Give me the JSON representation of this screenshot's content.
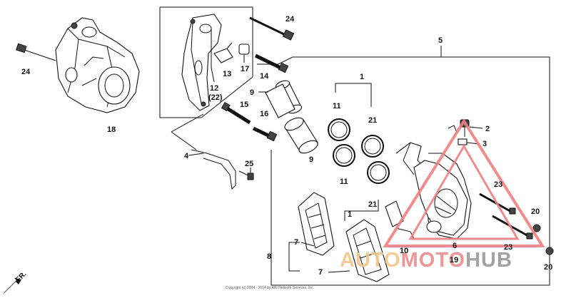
{
  "diagram": {
    "part_labels": {
      "p1a": "1",
      "p1b": "1",
      "p2": "2",
      "p3": "3",
      "p4": "4",
      "p5": "5",
      "p6": "6",
      "p7a": "7",
      "p7b": "7",
      "p8": "8",
      "p9a": "9",
      "p9b": "9",
      "p10": "10",
      "p11a": "11",
      "p11b": "11",
      "p12": "12",
      "p12alt": "(22)",
      "p13": "13",
      "p14": "14",
      "p15": "15",
      "p16": "16",
      "p17": "17",
      "p18": "18",
      "p19": "19",
      "p20a": "20",
      "p20b": "20",
      "p21a": "21",
      "p21b": "21",
      "p23a": "23",
      "p23b": "23",
      "p24a": "24",
      "p24b": "24",
      "p25": "25"
    },
    "direction_label": "FR.",
    "copyright_lines": [
      "Copyright (c) 2004 - 2014 by ARI Network Services, Inc."
    ],
    "watermark": {
      "part1": "AUTO",
      "part2": "MOTO",
      "part3": "HUB",
      "color1": "#f2c78a",
      "color2": "#ef8a8a",
      "color3": "#9a9a9a",
      "triangle_color": "#f08080"
    }
  }
}
